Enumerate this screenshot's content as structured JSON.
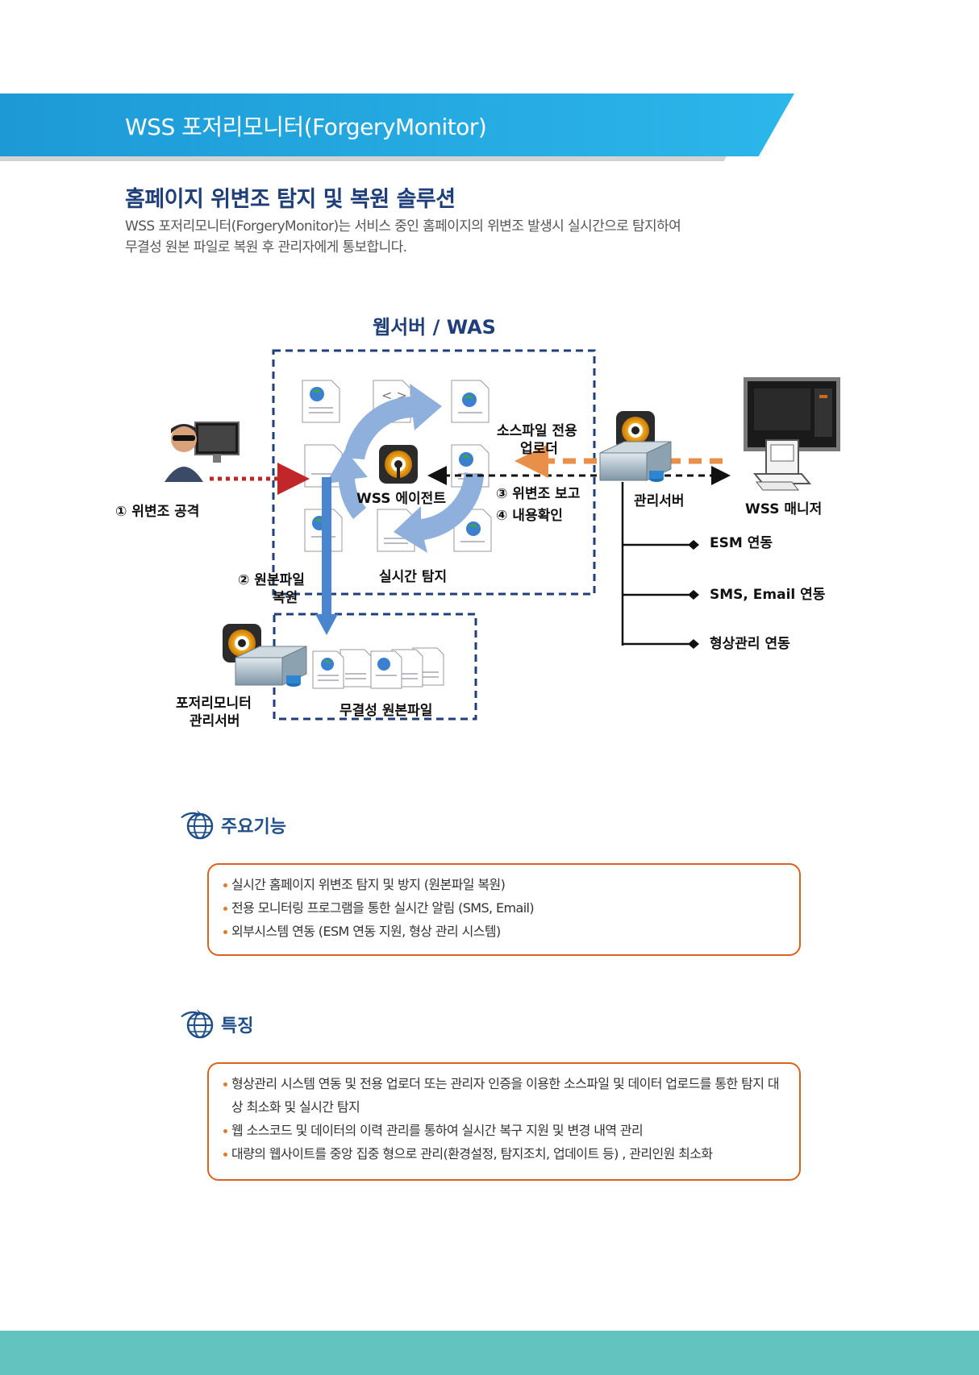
{
  "header": {
    "title": "WSS 포저리모니터(ForgeryMonitor)"
  },
  "section": {
    "title": "홈페이지 위변조 탐지 및 복원 솔루션",
    "description_line1": "WSS 포저리모니터(ForgeryMonitor)는 서비스 중인 홈페이지의 위변조 발생시  실시간으로 탐지하여",
    "description_line2": "무결성 원본 파일로 복원 후 관리자에게 통보합니다."
  },
  "diagram": {
    "title": "웹서버 / WAS",
    "attack_label": "① 위변조 공격",
    "restore_line1": "② 원본파일",
    "restore_line2": "복원",
    "report_label": "③ 위변조 보고",
    "check_label": "④ 내용확인",
    "uploader_line1": "소스파일 전용",
    "uploader_line2": "업로더",
    "agent_label": "WSS 에이전트",
    "realtime_label": "실시간 탐지",
    "mgmt_server_label": "관리서버",
    "manager_label": "WSS 매니저",
    "esm_label": "ESM 연동",
    "sms_label": "SMS, Email 연동",
    "config_label": "형상관리 연동",
    "fm_server_line1": "포저리모니터",
    "fm_server_line2": "관리서버",
    "integrity_label": "무결성 원본파일",
    "colors": {
      "dashed_box": "#1f3f7a",
      "cycle_arrow": "#8fb0dc",
      "restore_arrow": "#4a86d0",
      "attack_arrow": "#c0262a",
      "upload_arrow": "#e8904a"
    }
  },
  "features": {
    "title": "주요기능",
    "items": [
      "실시간 홈페이지 위변조 탐지 및 방지 (원본파일 복원)",
      "전용 모니터링 프로그램을 통한 실시간 알림 (SMS, Email)",
      "외부시스템 연동 (ESM 연동 지원, 형상 관리 시스템)"
    ]
  },
  "characteristics": {
    "title": "특징",
    "items": [
      "형상관리 시스템 연동 및 전용 업로더 또는 관리자 인증을 이용한 소스파일 및 데이터 업로드를 통한 탐지 대상 최소화 및 실시간 탐지",
      "웹 소스코드 및 데이터의 이력 관리를 통하여 실시간 복구 지원 및 변경  내역 관리",
      "대량의 웹사이트를 중앙 집중 형으로 관리(환경설정, 탐지조치, 업데이트 등) , 관리인원 최소화"
    ]
  },
  "icons": {
    "section_icon": "globe-arrow-icon",
    "bullet_color": "#e07b26",
    "border_color": "#d9641f"
  },
  "theme": {
    "banner": "#29aee6",
    "footer": "#62c3bf",
    "heading": "#1f3f7a"
  }
}
